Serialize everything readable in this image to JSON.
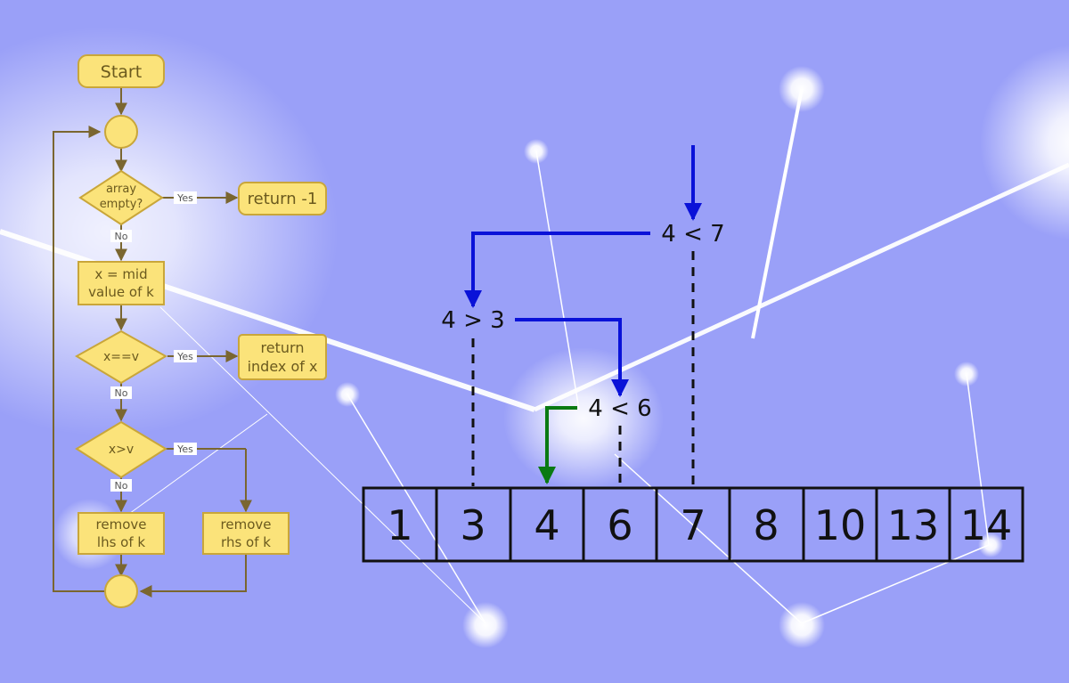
{
  "flowchart": {
    "start": "Start",
    "cond_empty": [
      "array",
      "empty?"
    ],
    "return_minus_one": "return -1",
    "mid": [
      "x = mid",
      "value of k"
    ],
    "cond_equal": "x==v",
    "return_index": [
      "return",
      "index of x"
    ],
    "cond_greater": "x>v",
    "remove_lhs": [
      "remove",
      "lhs of k"
    ],
    "remove_rhs": [
      "remove",
      "rhs of k"
    ],
    "yes_label": "Yes",
    "no_label": "No"
  },
  "array": {
    "values": [
      "1",
      "3",
      "4",
      "6",
      "7",
      "8",
      "10",
      "13",
      "14"
    ]
  },
  "comparisons": {
    "c1": "4 < 7",
    "c2": "4 > 3",
    "c3": "4 < 6"
  },
  "colors": {
    "background": "#9aa0f8",
    "box_fill": "#fbe37a",
    "box_stroke": "#c9a63a",
    "arrow": "#7a6630",
    "blue_arrow": "#0a12d8",
    "green_arrow": "#0a7a12"
  }
}
